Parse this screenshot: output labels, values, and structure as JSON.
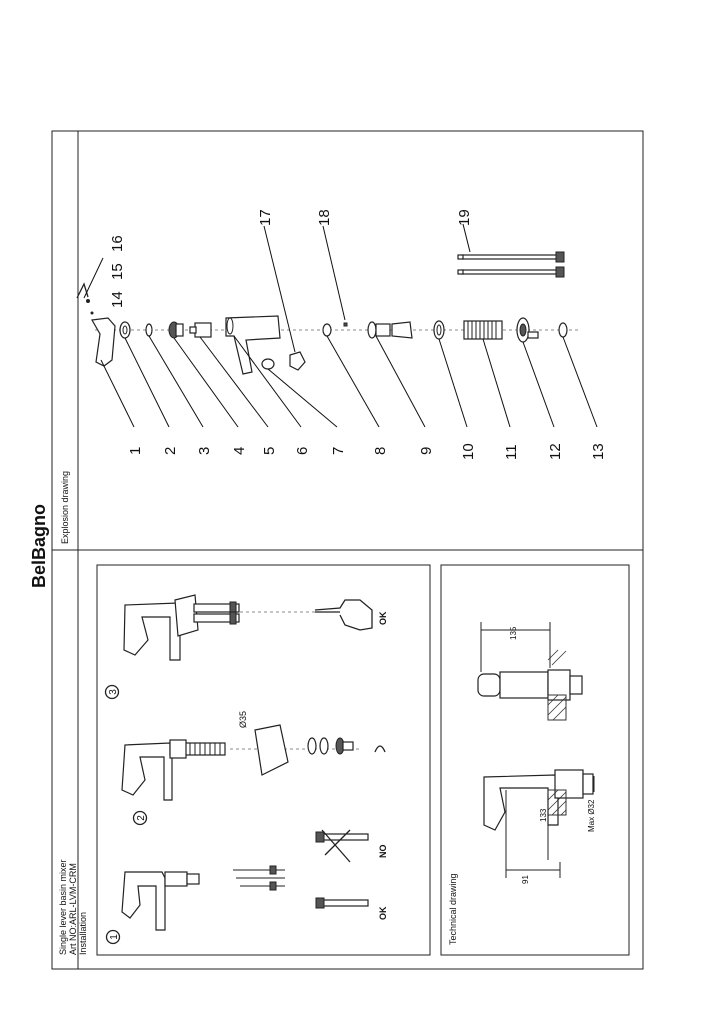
{
  "brand": {
    "logo_text": "BelBagno"
  },
  "header": {
    "product_title": "Single lever basin mixer",
    "article": "Art NO:ARL-LVM-CRM",
    "section": "Installation"
  },
  "installation": {
    "steps": [
      "1",
      "2",
      "3"
    ],
    "labels": {
      "ok_1": "OK",
      "no": "NO",
      "ok_3": "OK",
      "diameter": "Ø35"
    }
  },
  "technical": {
    "title": "Technical drawing",
    "dims": {
      "d135": "135",
      "d133": "133",
      "d91": "91",
      "max32": "Max Ø32"
    }
  },
  "explosion": {
    "title": "Explosion drawing",
    "parts": [
      "1",
      "2",
      "3",
      "4",
      "5",
      "6",
      "7",
      "8",
      "9",
      "10",
      "11",
      "12",
      "13"
    ],
    "parts_top": [
      "14",
      "15",
      "16",
      "17",
      "18",
      "19"
    ]
  }
}
